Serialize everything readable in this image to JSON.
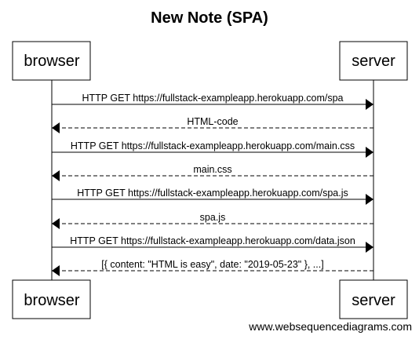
{
  "diagram": {
    "title": "New Note (SPA)",
    "participants": [
      {
        "id": "browser",
        "label": "browser"
      },
      {
        "id": "server",
        "label": "server"
      }
    ],
    "messages": [
      {
        "from": "browser",
        "to": "server",
        "style": "solid",
        "label": "HTTP GET https://fullstack-exampleapp.herokuapp.com/spa"
      },
      {
        "from": "server",
        "to": "browser",
        "style": "dashed",
        "label": "HTML-code"
      },
      {
        "from": "browser",
        "to": "server",
        "style": "solid",
        "label": "HTTP GET https://fullstack-exampleapp.herokuapp.com/main.css"
      },
      {
        "from": "server",
        "to": "browser",
        "style": "dashed",
        "label": "main.css"
      },
      {
        "from": "browser",
        "to": "server",
        "style": "solid",
        "label": "HTTP GET https://fullstack-exampleapp.herokuapp.com/spa.js"
      },
      {
        "from": "server",
        "to": "browser",
        "style": "dashed",
        "label": "spa.js"
      },
      {
        "from": "browser",
        "to": "server",
        "style": "solid",
        "label": "HTTP GET https://fullstack-exampleapp.herokuapp.com/data.json"
      },
      {
        "from": "server",
        "to": "browser",
        "style": "dashed",
        "label": "[{ content: \"HTML is easy\", date: \"2019-05-23\" }, ...]"
      }
    ],
    "watermark": "www.websequencediagrams.com"
  }
}
